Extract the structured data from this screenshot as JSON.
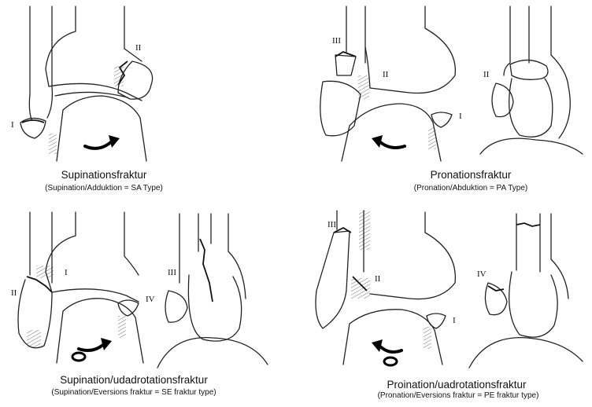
{
  "panels": [
    {
      "title": "Supinationsfraktur",
      "subtitle": "(Supination/Adduktion = SA Type)",
      "labels": [
        "I",
        "II"
      ]
    },
    {
      "title": "Pronationsfraktur",
      "subtitle": "(Pronation/Abduktion = PA Type)",
      "labels": [
        "III",
        "II",
        "I",
        "II"
      ]
    },
    {
      "title": "Supination/udadrotationsfraktur",
      "subtitle": "(Supination/Eversions fraktur = SE fraktur type)",
      "labels": [
        "II",
        "I",
        "III",
        "IV"
      ]
    },
    {
      "title": "Proination/uadrotationsfraktur",
      "subtitle": "(Pronation/Eversions fraktur = PE fraktur type)",
      "labels": [
        "III",
        "II",
        "I",
        "IV"
      ]
    }
  ]
}
